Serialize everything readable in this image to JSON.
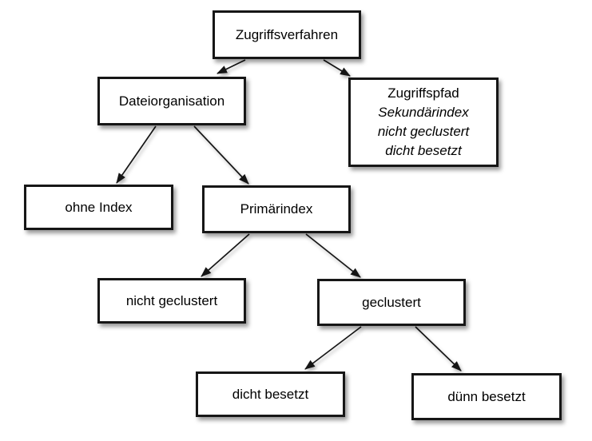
{
  "diagram": {
    "type": "tree",
    "language": "de",
    "root": "Zugriffsverfahren"
  },
  "nodes": {
    "zugriffsverfahren": {
      "label": "Zugriffsverfahren"
    },
    "dateiorganisation": {
      "label": "Dateiorganisation"
    },
    "zugriffspfad": {
      "title": "Zugriffspfad",
      "lines": [
        "Sekundärindex",
        "nicht geclustert",
        "dicht besetzt"
      ]
    },
    "ohne_index": {
      "label": "ohne Index"
    },
    "primaerindex": {
      "label": "Primärindex"
    },
    "nicht_geclustert": {
      "label": "nicht geclustert"
    },
    "geclustert": {
      "label": "geclustert"
    },
    "dicht_besetzt": {
      "label": "dicht besetzt"
    },
    "duenn_besetzt": {
      "label": "dünn besetzt"
    }
  },
  "edges": [
    {
      "from": "zugriffsverfahren",
      "to": "dateiorganisation"
    },
    {
      "from": "zugriffsverfahren",
      "to": "zugriffspfad"
    },
    {
      "from": "dateiorganisation",
      "to": "ohne_index"
    },
    {
      "from": "dateiorganisation",
      "to": "primaerindex"
    },
    {
      "from": "primaerindex",
      "to": "nicht_geclustert"
    },
    {
      "from": "primaerindex",
      "to": "geclustert"
    },
    {
      "from": "geclustert",
      "to": "dicht_besetzt"
    },
    {
      "from": "geclustert",
      "to": "duenn_besetzt"
    }
  ],
  "colors": {
    "background": "#ffffff",
    "box_fill": "#ffffff",
    "box_border": "#161616",
    "text": "#000000",
    "arrow": "#151515",
    "shadow": "rgba(0,0,0,0.4)"
  }
}
